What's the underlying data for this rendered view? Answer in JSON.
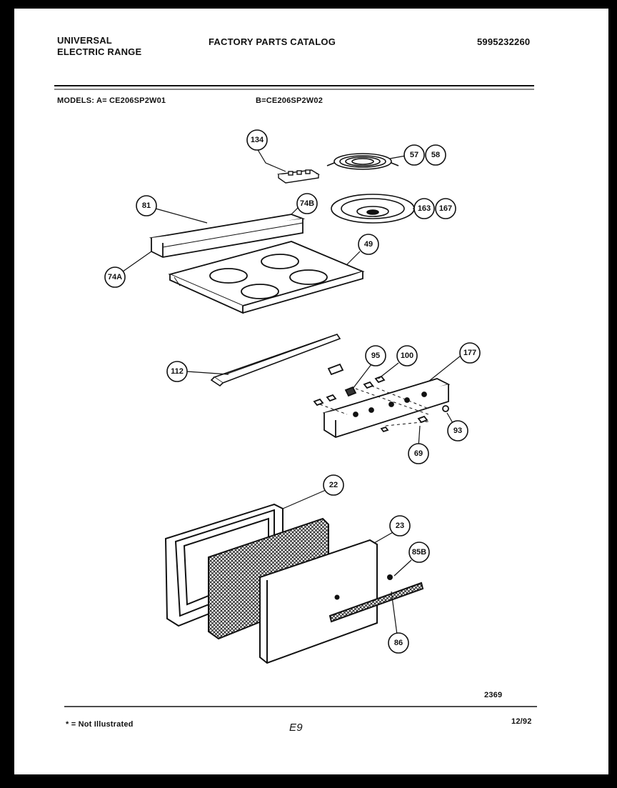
{
  "header": {
    "brand_line1": "UNIVERSAL",
    "brand_line2": "ELECTRIC RANGE",
    "title": "FACTORY PARTS CATALOG",
    "catalog_number": "5995232260",
    "models_label": "MODELS:  A= CE206SP2W01",
    "model_b": "B=CE206SP2W02"
  },
  "callouts": {
    "c134": "134",
    "c57": "57",
    "c58": "58",
    "c81": "81",
    "c74b": "74B",
    "c163": "163",
    "c167": "167",
    "c49": "49",
    "c74a": "74A",
    "c112": "112",
    "c95": "95",
    "c100": "100",
    "c177": "177",
    "c93": "93",
    "c69": "69",
    "c22": "22",
    "c23": "23",
    "c85b": "85B",
    "c86": "86"
  },
  "footer": {
    "diagram_code": "2369",
    "note": "* = Not Illustrated",
    "page_code": "E9",
    "date": "12/92"
  }
}
